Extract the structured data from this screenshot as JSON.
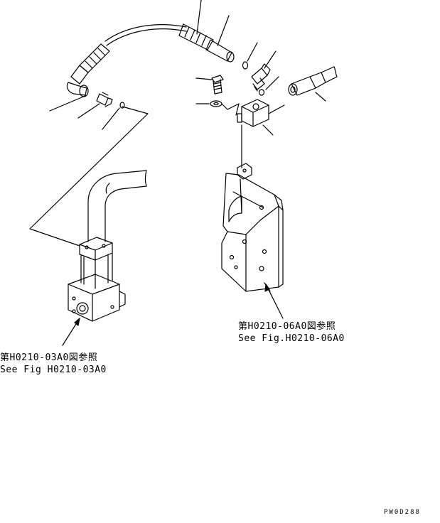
{
  "references": {
    "left": {
      "jp": "第H0210-03A0図参照",
      "en": "See Fig H0210-03A0"
    },
    "right": {
      "jp": "第H0210-06A0図参照",
      "en": "See Fig.H0210-06A0"
    }
  },
  "drawing_code": "PW0D288"
}
